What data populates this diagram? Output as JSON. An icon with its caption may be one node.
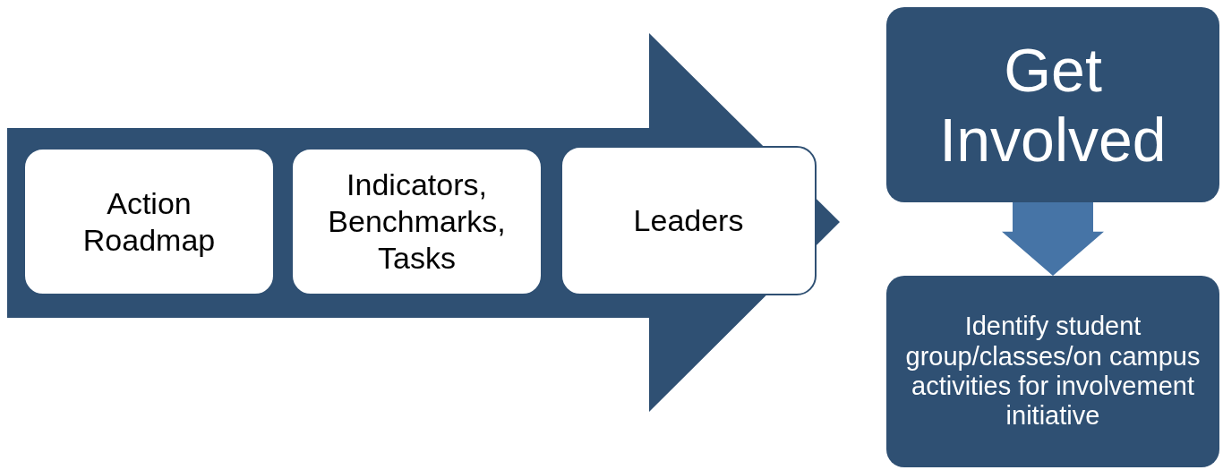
{
  "diagram": {
    "nodes": [
      {
        "text": [],
        "shape": "arrow"
      },
      {
        "text": [
          "Action Roadmap"
        ],
        "in": 0
      },
      {
        "text": [
          "Indicators, Benchmarks, Tasks"
        ],
        "in": 0
      },
      {
        "text": [
          "Leaders"
        ],
        "in": 0
      },
      {
        "text": [
          "Get Involved"
        ]
      },
      {
        "text": [
          "Identify student group/classes/on campus activities for involvement initiative"
        ]
      }
    ],
    "edges": [
      {
        "from": 4,
        "to": 5,
        "arrow": "to",
        "style": "thick"
      }
    ]
  }
}
